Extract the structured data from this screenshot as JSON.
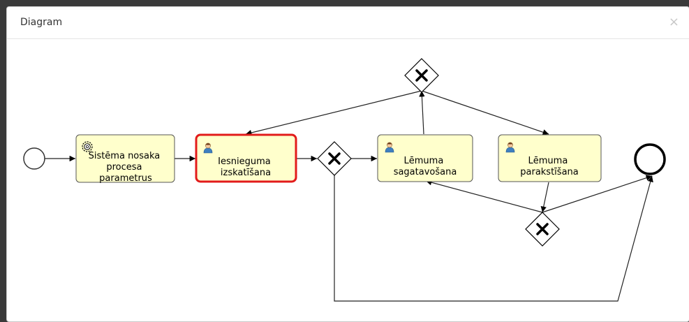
{
  "dialog": {
    "title": "Diagram",
    "close_glyph": "×"
  },
  "diagram": {
    "tasks": [
      {
        "id": "task-system",
        "type": "service",
        "icon": "gear-icon",
        "lines": [
          "Sistēma nosaka",
          "procesa",
          "parametrus"
        ],
        "highlighted": false
      },
      {
        "id": "task-review",
        "type": "user",
        "icon": "user-icon",
        "lines": [
          "Iesnieguma",
          "izskatīšana"
        ],
        "highlighted": true
      },
      {
        "id": "task-prepare",
        "type": "user",
        "icon": "user-icon",
        "lines": [
          "Lēmuma",
          "sagatavošana"
        ],
        "highlighted": false
      },
      {
        "id": "task-sign",
        "type": "user",
        "icon": "user-icon",
        "lines": [
          "Lēmuma",
          "parakstīšana"
        ],
        "highlighted": false
      }
    ],
    "colors": {
      "task_fill": "#ffffcc",
      "task_stroke": "#555555",
      "highlight_stroke": "#e21b1b",
      "line": "#222222"
    }
  }
}
